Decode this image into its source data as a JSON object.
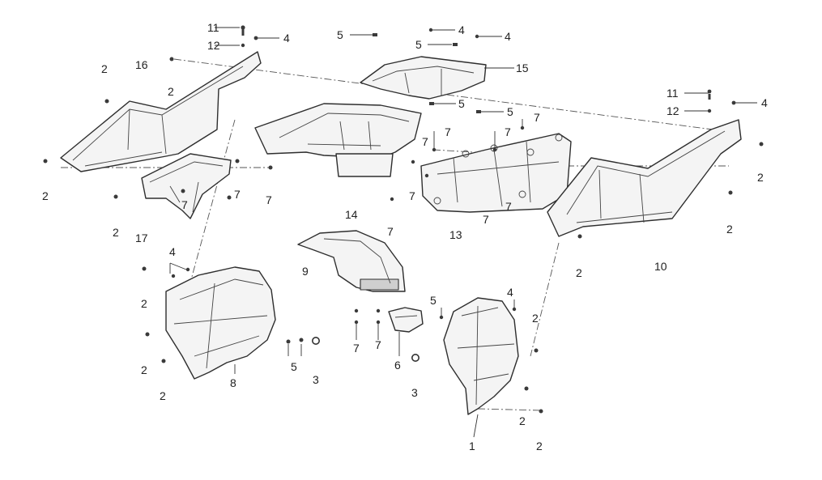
{
  "diagram": {
    "part_numbers": [
      {
        "id": "p1",
        "text": "1"
      },
      {
        "id": "p2",
        "text": "2"
      },
      {
        "id": "p3",
        "text": "3"
      },
      {
        "id": "p4",
        "text": "4"
      },
      {
        "id": "p5",
        "text": "5"
      },
      {
        "id": "p6",
        "text": "6"
      },
      {
        "id": "p7",
        "text": "7"
      },
      {
        "id": "p8",
        "text": "8"
      },
      {
        "id": "p9",
        "text": "9"
      },
      {
        "id": "p10",
        "text": "10"
      },
      {
        "id": "p11",
        "text": "11"
      },
      {
        "id": "p12",
        "text": "12"
      },
      {
        "id": "p13",
        "text": "13"
      },
      {
        "id": "p14",
        "text": "14"
      },
      {
        "id": "p15",
        "text": "15"
      },
      {
        "id": "p16",
        "text": "16"
      },
      {
        "id": "p17",
        "text": "17"
      }
    ],
    "style": {
      "line_color": "#2e2e2e",
      "part_fill": "#f4f4f4",
      "shade_fill": "#cfcfcf",
      "background": "#ffffff"
    }
  }
}
